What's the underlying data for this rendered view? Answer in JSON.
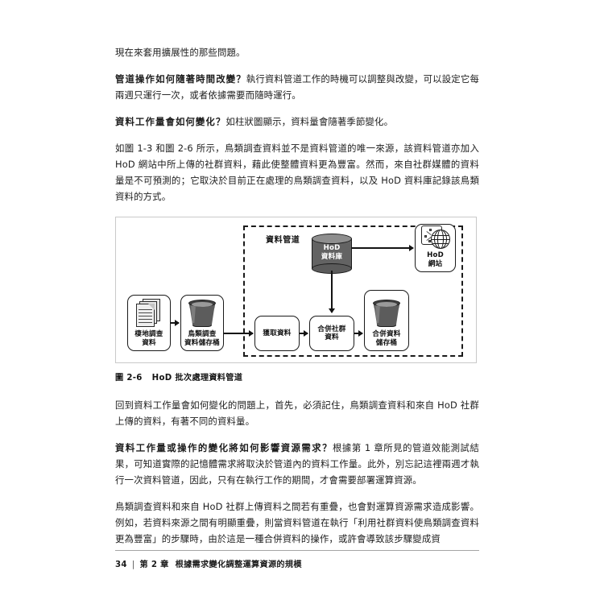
{
  "page": {
    "background": "#ffffff",
    "footer": {
      "page_number": "34",
      "separator": "|",
      "chapter": "第 2 章",
      "chapter_title": "根據需求變化調整運算資源的規模"
    }
  },
  "body": {
    "paragraphs": [
      {
        "id": "p1",
        "style": "plain",
        "text": "現在來套用擴展性的那些問題。"
      },
      {
        "id": "p2",
        "style": "question",
        "question": "管道操作如何隨著時間改變？",
        "text": "執行資料管道工作的時機可以調整與改變，可以設定它每兩週只運行一次，或者依據需要而隨時運行。"
      },
      {
        "id": "p3",
        "style": "question",
        "question": "資料工作量會如何變化？",
        "text": "如柱狀圖顯示，資料量會隨著季節變化。"
      },
      {
        "id": "p4",
        "style": "plain",
        "text": "如圖 1-3 和圖 2-6 所示，鳥類調查資料並不是資料管道的唯一來源，該資料管道亦加入 HoD 網站中所上傳的社群資料，藉此使整體資料更為豐富。然而，來自社群媒體的資料量是不可預測的；它取決於目前正在處理的鳥類調查資料，以及 HoD 資料庫記錄該鳥類資料的方式。"
      },
      {
        "id": "p5",
        "style": "plain",
        "text": "回到資料工作量會如何變化的問題上，首先，必須記住，鳥類調查資料和來自 HoD 社群上傳的資料，有著不同的資料量。"
      },
      {
        "id": "p6",
        "style": "question",
        "question": "資料工作量或操作的變化將如何影響資源需求？",
        "text": "根據第 1 章所見的管道效能測試結果，可知道實際的記憶體需求將取決於管道內的資料工作量。此外，別忘記這裡兩週才執行一次資料管道，因此，只有在執行工作的期間，才會需要部署運算資源。"
      },
      {
        "id": "p7",
        "style": "plain",
        "text": "鳥類調查資料和來自 HoD 社群上傳資料之間若有重疊，也會對運算資源需求造成影響。例如，若資料來源之間有明顯重疊，則當資料管道在執行「利用社群資料使鳥類調查資料更為豐富」的步驟時，由於這是一種合併資料的操作，或許會導致該步驟變成資"
      }
    ]
  },
  "figure": {
    "caption_number": "圖 2-6",
    "caption_title": "HoD 批次處理資料管道",
    "pipeline_label": "資料管道",
    "nodes": [
      {
        "id": "habitat-survey-data",
        "label": "棲地調查\n資料",
        "icon": "documents-icon"
      },
      {
        "id": "bird-survey-bucket",
        "label": "鳥類調查\n資料儲存桶",
        "icon": "bucket-icon"
      },
      {
        "id": "ingest-data",
        "label": "獲取資料",
        "icon": "none"
      },
      {
        "id": "merge-community-data",
        "label": "合併社群\n資料",
        "icon": "none"
      },
      {
        "id": "merged-data-bucket",
        "label": "合併資料\n儲存桶",
        "icon": "bucket-icon"
      },
      {
        "id": "hod-website",
        "label": "HoD\n網站",
        "icon": "globe-browser-icon"
      }
    ],
    "database": {
      "id": "hod-database",
      "label": "HoD\n資料庫",
      "fill": "#636363",
      "text_color": "#ffffff"
    },
    "colors": {
      "frame_border": "#c9c9c9",
      "node_border": "#1a1a1a",
      "arrow": "#131313",
      "dashed_border": "#1a1a1a",
      "bucket_body": "#5c5c5c",
      "bucket_rim": "#3f3f3f"
    }
  }
}
